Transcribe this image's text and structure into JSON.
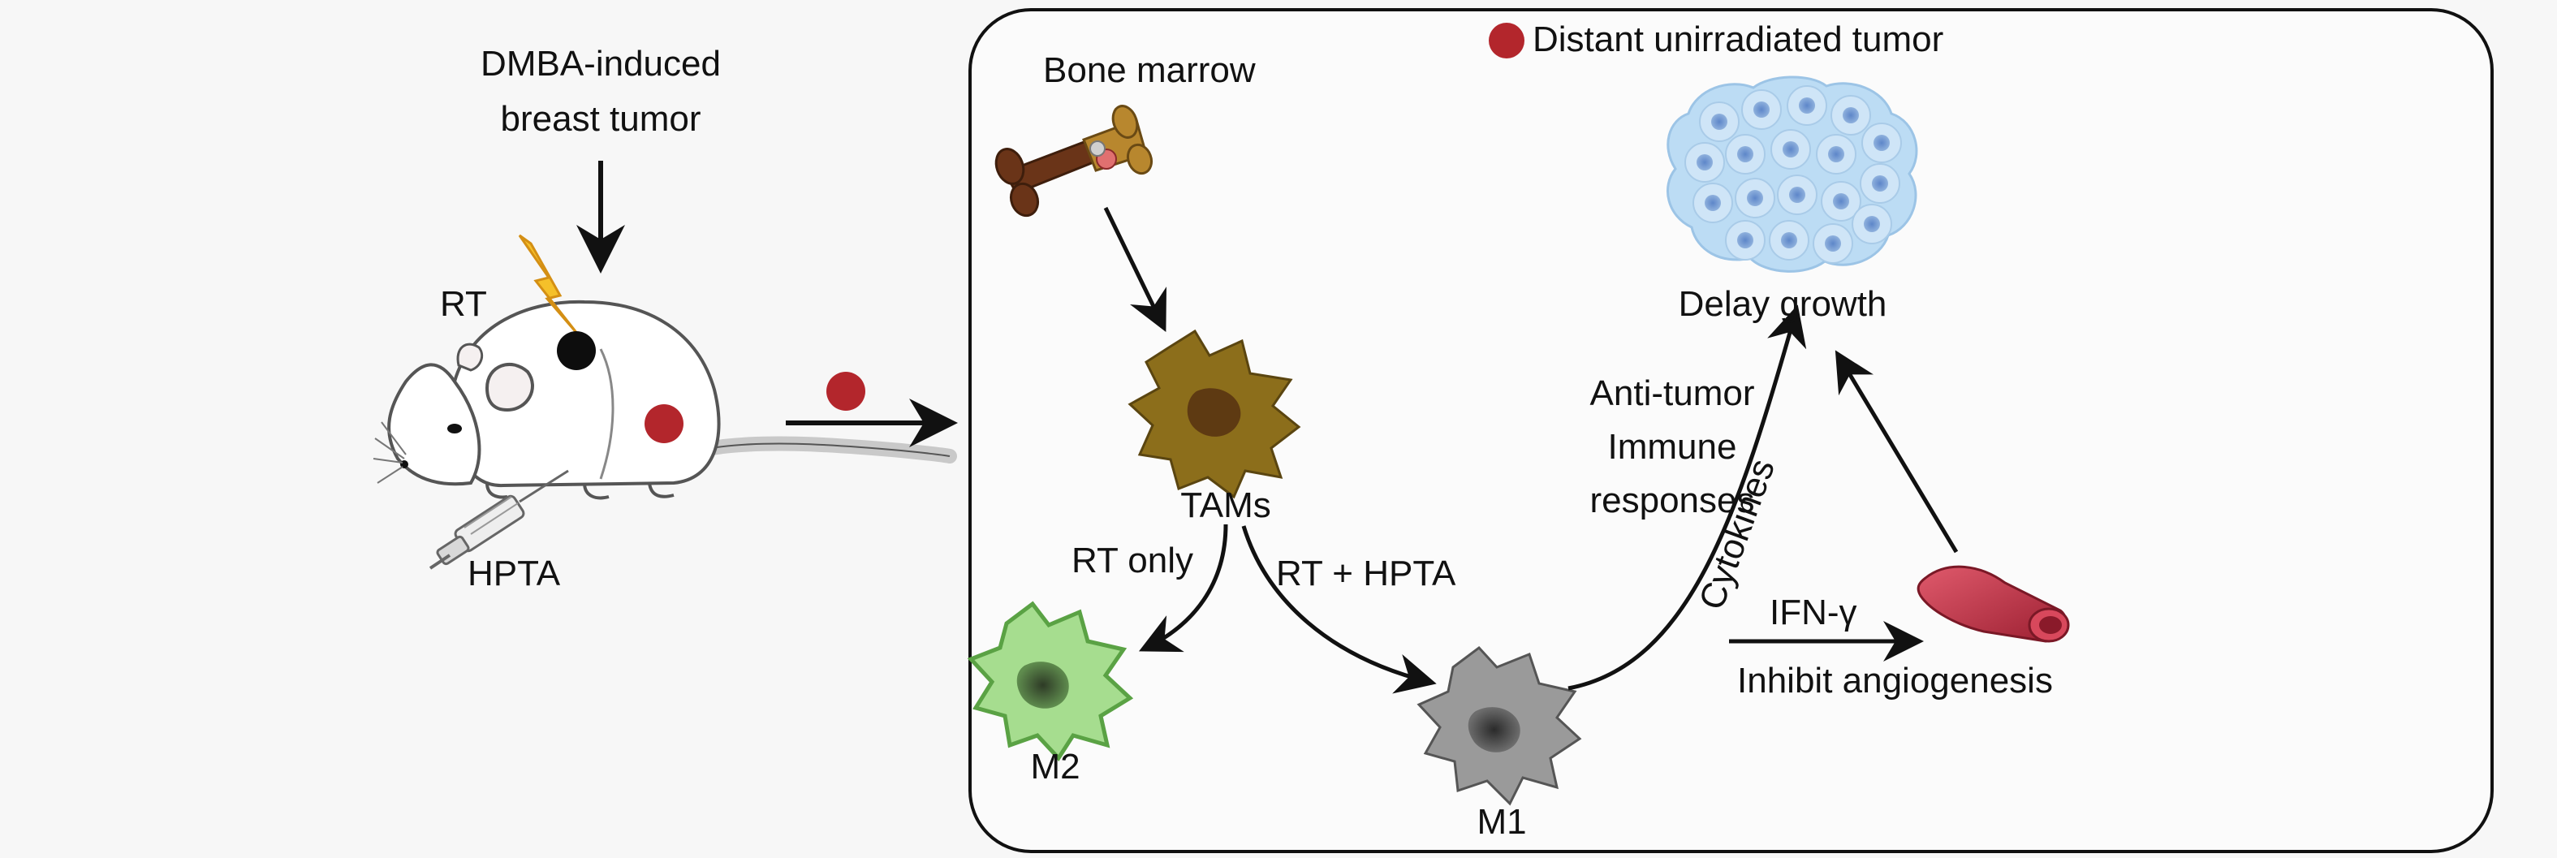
{
  "mouse_panel": {
    "tumor_label_line1": "DMBA-induced",
    "tumor_label_line2": "breast tumor",
    "rt_label": "RT",
    "hpta_label": "HPTA"
  },
  "mechanism_panel": {
    "legend_label": "Distant unirradiated tumor",
    "bone_marrow_label": "Bone marrow",
    "tams_label": "TAMs",
    "rt_only_label": "RT only",
    "rt_hpta_label": "RT + HPTA",
    "m2_label": "M2",
    "m1_label": "M1",
    "anti_tumor_line1": "Anti-tumor",
    "anti_tumor_line2": "Immune",
    "anti_tumor_line3": "responses",
    "cytokines_label": "Cytokines",
    "ifn_label": "IFN-γ",
    "inhibit_label": "Inhibit angiogenesis",
    "delay_label": "Delay growth"
  },
  "colors": {
    "tumor_dot": "#b3262c",
    "tam": "#8c6e1b",
    "m2": "#8fd07a",
    "m1": "#9a9a9a",
    "tumor_cell": "#b9d8f2",
    "vessel": "#b8283c",
    "bolt": "#f5c02a"
  }
}
